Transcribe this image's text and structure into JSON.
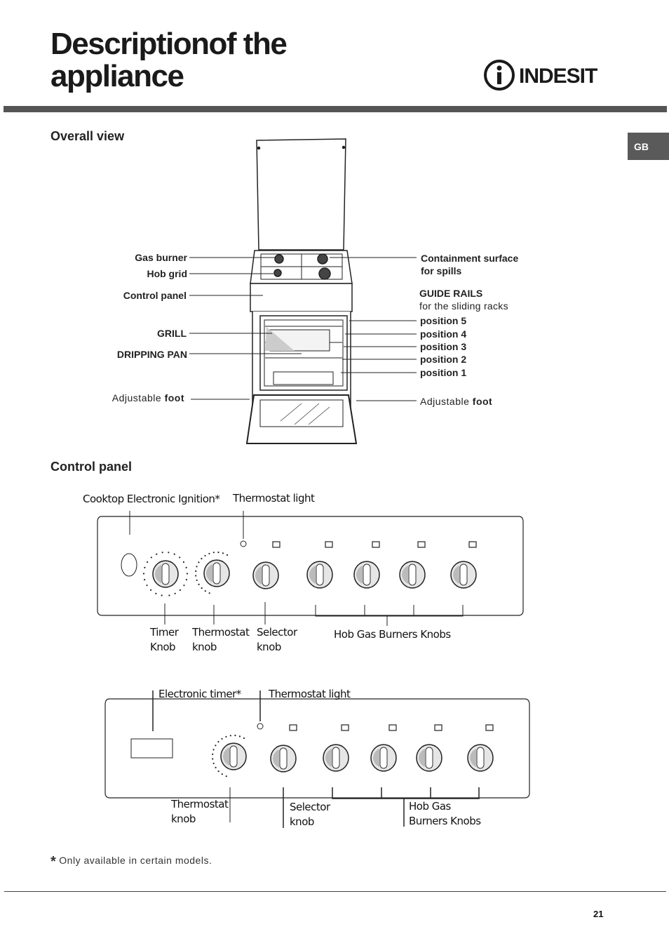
{
  "page": {
    "title_line1": "Descriptionof the",
    "title_line2": "appliance",
    "brand": "INDESIT",
    "side_tab": "GB",
    "page_number": "21"
  },
  "overall_view": {
    "heading": "Overall view",
    "left_labels": {
      "gas_burner": "Gas burner",
      "hob_grid": "Hob grid",
      "control_panel": "Control panel",
      "grill": "GRILL",
      "dripping_pan": "DRIPPING PAN",
      "adjustable": "Adjustable",
      "foot": "foot"
    },
    "right_labels": {
      "containment_line1": "Containment surface",
      "containment_line2": "for spills",
      "guide_rails": "GUIDE RAILS",
      "guide_rails_sub": "for the sliding racks",
      "positions": [
        "position 5",
        "position 4",
        "position 3",
        "position 2",
        "position 1"
      ],
      "adjustable": "Adjustable",
      "foot": "foot"
    }
  },
  "control_panel": {
    "heading": "Control panel",
    "panel1": {
      "ignition": "Cooktop Electronic Ignition*",
      "thermostat_light": "Thermostat light",
      "timer_line1": "Timer",
      "timer_line2": "Knob",
      "thermostat_line1": "Thermostat",
      "thermostat_line2": "knob",
      "selector_line1": "Selector",
      "selector_line2": "knob",
      "hob_knobs": "Hob Gas Burners Knobs"
    },
    "panel2": {
      "timer": "Electronic timer*",
      "thermostat_light": "Thermostat light",
      "thermostat_line1": "Thermostat",
      "thermostat_line2": "knob",
      "selector_line1": "Selector",
      "selector_line2": "knob",
      "hob_line1": "Hob Gas",
      "hob_line2": "Burners Knobs"
    }
  },
  "footnote": {
    "star": "*",
    "text": "Only available in certain models."
  }
}
